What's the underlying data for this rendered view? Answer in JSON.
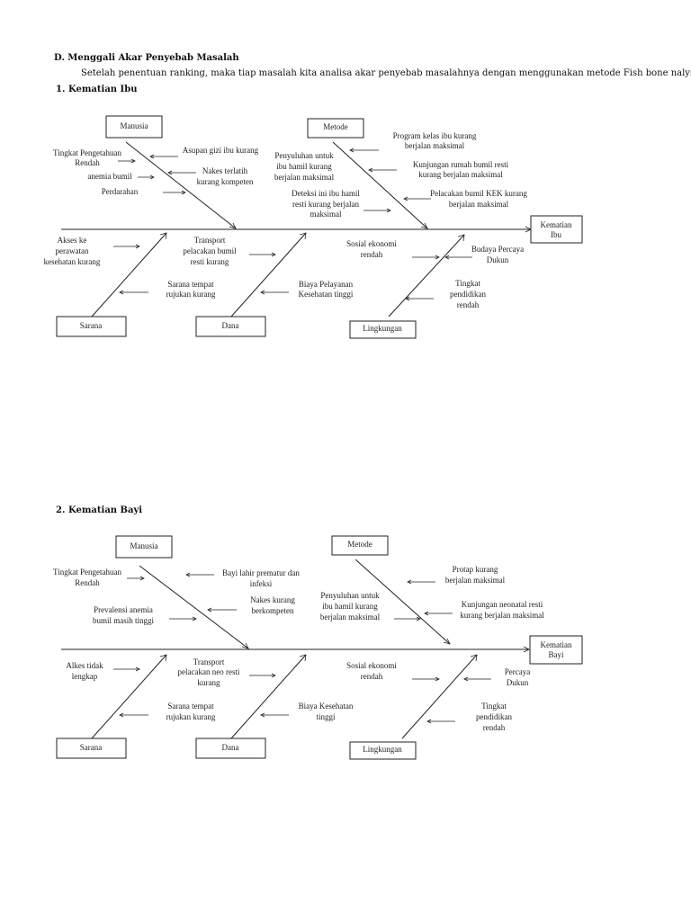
{
  "section_title": "D. Menggali Akar Penyebab Masalah",
  "intro": "Setelah penentuan ranking, maka tiap masalah kita analisa akar penyebab masalahnya dengan menggunakan metode Fish bone nalysis.",
  "diagrams": [
    {
      "heading_num": "1.",
      "heading": "Kematian Ibu",
      "effect": [
        "Kematian",
        "Ibu"
      ],
      "categories": {
        "manusia": "Manusia",
        "metode": "Metode",
        "sarana": "Sarana",
        "dana": "Dana",
        "lingkungan": "Lingkungan"
      },
      "causes": [
        [
          "Tingkat Pengetahuan",
          "Rendah"
        ],
        [
          "Asupan gizi ibu kurang"
        ],
        [
          "anemia bumil"
        ],
        [
          "Nakes terlatih",
          "kurang kompeten"
        ],
        [
          "Perdarahan"
        ],
        [
          "Program kelas ibu kurang",
          "berjalan maksimal"
        ],
        [
          "Penyuluhan untuk",
          "ibu hamil kurang",
          "berjalan maksimal"
        ],
        [
          "Kunjungan  rumah bumil resti",
          "kurang berjalan maksimal"
        ],
        [
          "Deteksi ini ibu hamil",
          "resti kurang berjalan",
          "maksimal"
        ],
        [
          "Pelacakan bumil KEK kurang",
          "berjalan maksimal"
        ],
        [
          "Akses ke",
          "perawatan",
          "kesehatan kurang"
        ],
        [
          "Transport",
          "pelacakan bumil",
          "resti kurang"
        ],
        [
          "Sosial ekonomi",
          "rendah"
        ],
        [
          "Budaya Percaya",
          "Dukun"
        ],
        [
          "Sarana tempat",
          "rujukan kurang"
        ],
        [
          "Biaya Pelayanan",
          "Kesehatan tinggi"
        ],
        [
          "Tingkat",
          "pendidikan",
          "rendah"
        ]
      ]
    },
    {
      "heading_num": "2.",
      "heading": "Kematian Bayi",
      "effect": [
        "Kematian",
        "Bayi"
      ],
      "categories": {
        "manusia": "Manusia",
        "metode": "Metode",
        "sarana": "Sarana",
        "dana": "Dana",
        "lingkungan": "Lingkungan"
      },
      "causes": [
        [
          "Tingkat Pengetahuan",
          "Rendah"
        ],
        [
          "Bayi lahir prematur dan",
          "infeksi"
        ],
        [
          "Nakes kurang",
          "berkompeten"
        ],
        [
          "Prevalensi anemia",
          "bumil masih tinggi"
        ],
        [
          "Protap kurang",
          "berjalan maksimal"
        ],
        [
          "Penyuluhan untuk",
          "ibu hamil kurang",
          "berjalan maksimal"
        ],
        [
          "Kunjungan neonatal resti",
          "kurang berjalan maksimal"
        ],
        [
          "Alkes tidak",
          "lengkap"
        ],
        [
          "Transport",
          "pelacakan neo resti",
          "kurang"
        ],
        [
          "Sosial ekonomi",
          "rendah"
        ],
        [
          "Percaya",
          "Dukun"
        ],
        [
          "Sarana tempat",
          "rujukan kurang"
        ],
        [
          "Biaya Kesehatan",
          "tinggi"
        ],
        [
          "Tingkat",
          "pendidikan",
          "rendah"
        ]
      ]
    }
  ]
}
